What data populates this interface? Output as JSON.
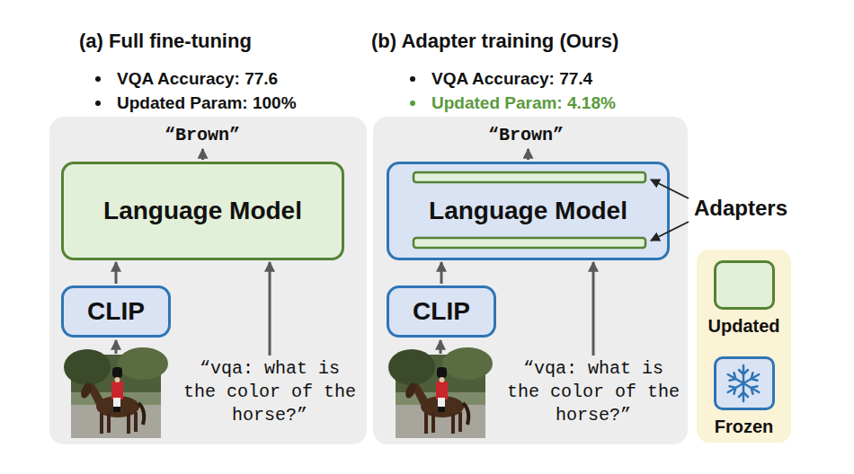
{
  "diagram": {
    "nodes": [
      {
        "text": [
          "(a) Full fine-tuning",
          "VQA Accuracy: 77.6",
          "Updated Param: 100%"
        ]
      },
      {
        "text": [
          "“Brown”"
        ],
        "in": 0
      },
      {
        "text": [
          "Language Model"
        ],
        "in": 0
      },
      {
        "text": [
          "CLIP"
        ],
        "in": 0
      },
      {
        "text": [
          "“vqa: what is the color of the horse?”"
        ],
        "in": 0
      },
      {
        "text": [
          "(b) Adapter training (Ours)",
          "VQA Accuracy: 77.4",
          "Updated Param: 4.18%"
        ]
      },
      {
        "text": [
          "“Brown”"
        ],
        "in": 5
      },
      {
        "text": [
          "Language Model"
        ],
        "in": 5
      },
      {
        "text": [
          "CLIP"
        ],
        "in": 5
      },
      {
        "text": [
          "“vqa: what is the color of the horse?”"
        ],
        "in": 5
      }
    ],
    "edges": [
      {
        "from": 3,
        "to": 2,
        "arrow": "to"
      },
      {
        "from": 4,
        "to": 2,
        "arrow": "to"
      },
      {
        "from": 2,
        "to": 1,
        "arrow": "to"
      },
      {
        "from": 8,
        "to": 7,
        "arrow": "to"
      },
      {
        "from": 9,
        "to": 7,
        "arrow": "to"
      },
      {
        "from": 7,
        "to": 6,
        "arrow": "to"
      }
    ],
    "labels": [
      "Adapters"
    ],
    "legend": [
      {
        "text": "Updated",
        "color": "#e2f0d9"
      },
      {
        "text": "Frozen",
        "color": "#dae3f3"
      }
    ]
  }
}
